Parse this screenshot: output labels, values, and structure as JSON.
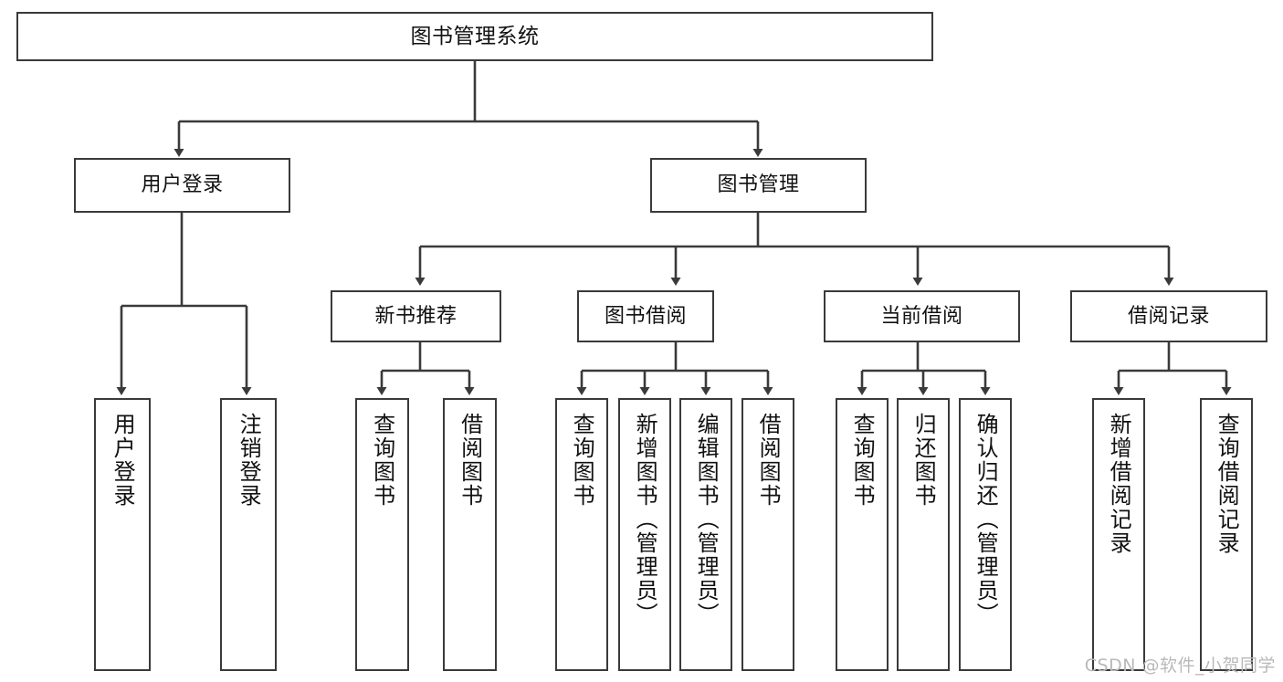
{
  "diagram": {
    "title": "图书管理系统",
    "type": "tree-hierarchy",
    "stroke_color": "#3a3a3a",
    "fill_color": "#ffffff",
    "text_color": "#111111"
  },
  "root": {
    "label": "图书管理系统"
  },
  "level2": [
    {
      "label": "用户登录"
    },
    {
      "label": "图书管理"
    }
  ],
  "level3": [
    {
      "label": "新书推荐"
    },
    {
      "label": "图书借阅"
    },
    {
      "label": "当前借阅"
    },
    {
      "label": "借阅记录"
    }
  ],
  "leaves": {
    "user_login": [
      {
        "label": "用户登录"
      },
      {
        "label": "注销登录"
      }
    ],
    "new_book_recommend": [
      {
        "label": "查询图书"
      },
      {
        "label": "借阅图书"
      }
    ],
    "book_borrow": [
      {
        "label": "查询图书"
      },
      {
        "label": "新增图书（管理员）"
      },
      {
        "label": "编辑图书（管理员）"
      },
      {
        "label": "借阅图书"
      }
    ],
    "current_borrow": [
      {
        "label": "查询图书"
      },
      {
        "label": "归还图书"
      },
      {
        "label": "确认归还（管理员）"
      }
    ],
    "borrow_record": [
      {
        "label": "新增借阅记录"
      },
      {
        "label": "查询借阅记录"
      }
    ]
  },
  "watermark": {
    "text": "CSDN @软件_小贺同学"
  }
}
